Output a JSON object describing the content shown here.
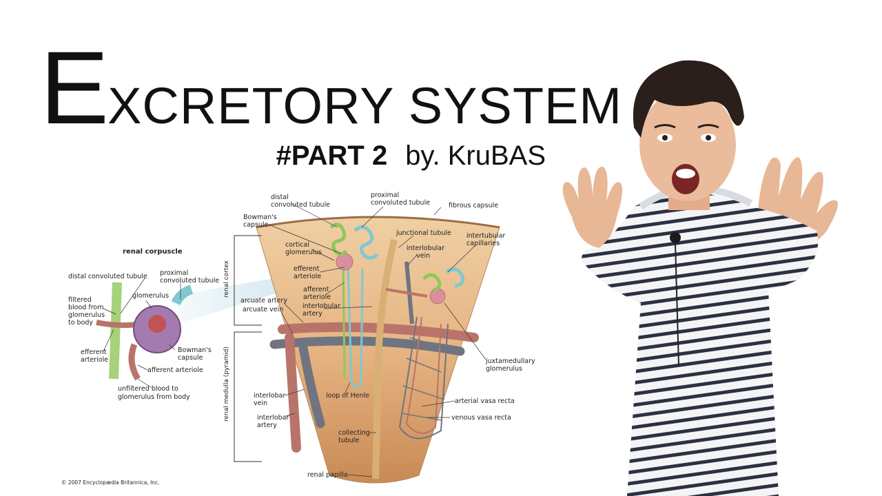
{
  "title": {
    "first_letter": "E",
    "rest": "XCRETORY SYSTEM"
  },
  "subtitle": {
    "part": "#PART 2",
    "author": "by. KruBAS"
  },
  "diagram": {
    "corpuscle_heading": "renal corpuscle",
    "corpuscle_labels": {
      "distal": "distal convoluted tubule",
      "proximal_1": "proximal",
      "proximal_2": "convoluted tubule",
      "filtered_1": "filtered",
      "filtered_2": "blood from",
      "filtered_3": "glomerulus",
      "filtered_4": "to body",
      "glomerulus": "glomerulus",
      "efferent_1": "efferent",
      "efferent_2": "arteriole",
      "bowman_1": "Bowman's",
      "bowman_2": "capsule",
      "afferent": "afferent arteriole",
      "unfiltered_1": "unfiltered blood to",
      "unfiltered_2": "glomerulus from body"
    },
    "nephron_labels": {
      "distal_1": "distal",
      "distal_2": "convoluted tubule",
      "proximal_1": "proximal",
      "proximal_2": "convoluted tubule",
      "fibrous": "fibrous capsule",
      "bowman_1": "Bowman's",
      "bowman_2": "capsule",
      "junctional": "junctional tubule",
      "intertubular_1": "intertubular",
      "intertubular_2": "capillaries",
      "cortical_1": "cortical",
      "cortical_2": "glomerulus",
      "interlobular_vein_1": "interlobular",
      "interlobular_vein_2": "vein",
      "efferent_1": "efferent",
      "efferent_2": "arteriole",
      "afferent_1": "afferent",
      "afferent_2": "arteriole",
      "arcuate_artery": "arcuate artery",
      "arcuate_vein": "arcuate vein",
      "interlobular_artery_1": "interlobular",
      "interlobular_artery_2": "artery",
      "juxtamedullary_1": "juxtamedullary",
      "juxtamedullary_2": "glomerulus",
      "interlobar_vein_1": "interlobar",
      "interlobar_vein_2": "vein",
      "loop": "loop of Henle",
      "arterial_vasa": "arterial vasa recta",
      "venous_vasa": "venous vasa recta",
      "interlobar_artery_1": "interlobar",
      "interlobar_artery_2": "artery",
      "collecting_1": "collecting",
      "collecting_2": "tubule",
      "papilla": "renal papilla",
      "cortex": "renal cortex",
      "medulla": "renal medulla (pyramid)"
    },
    "copyright": "© 2007 Encyclopædia Britannica, Inc."
  },
  "colors": {
    "tissue": "#e9c08c",
    "artery": "#b9746a",
    "vein": "#6f7480",
    "proximal_tubule": "#7fc8d0",
    "distal_tubule": "#8fc85a",
    "collecting_tubule": "#d9b074"
  }
}
